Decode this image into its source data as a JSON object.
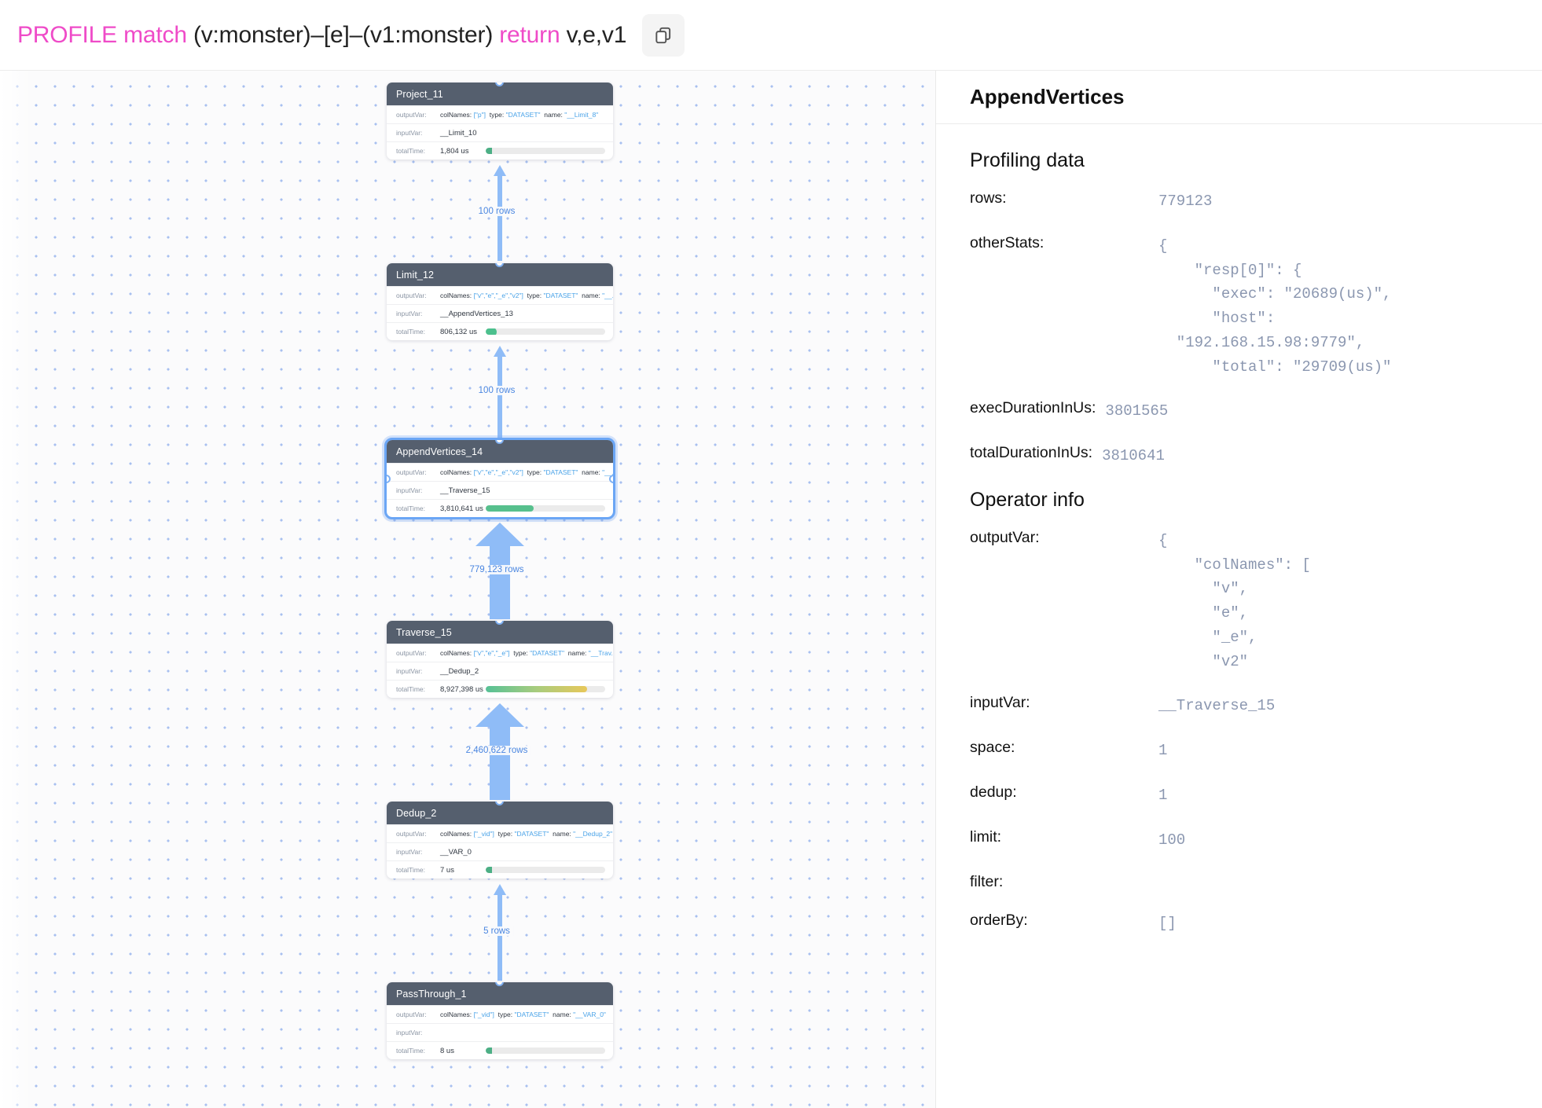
{
  "header": {
    "query_tokens": [
      {
        "t": "PROFILE",
        "kw": true
      },
      {
        "t": " ",
        "kw": false
      },
      {
        "t": "match",
        "kw": true
      },
      {
        "t": " (v:monster)–[e]–(v1:monster) ",
        "kw": false
      },
      {
        "t": "return",
        "kw": true
      },
      {
        "t": " v,e,v1",
        "kw": false
      }
    ],
    "query_text": "PROFILE match (v:monster)–[e]–(v1:monster) return v,e,v1",
    "copy_icon": "copy-icon"
  },
  "graph": {
    "nodes": [
      {
        "id": "Project_11",
        "title": "Project_11",
        "selected": false,
        "rows": [
          {
            "key": "outputVar:",
            "colnames_label": "colNames:",
            "colnames": "[\"p\"]",
            "type_label": "type:",
            "type": "\"DATASET\"",
            "name_label": "name:",
            "name": "\"__Limit_8\""
          },
          {
            "key": "inputVar:",
            "value": "__Limit_10"
          },
          {
            "key": "totalTime:",
            "value": "1,804 us",
            "bar_pct": 1,
            "bar_color": "#4caf85"
          }
        ]
      },
      {
        "id": "Limit_12",
        "title": "Limit_12",
        "selected": false,
        "rows": [
          {
            "key": "outputVar:",
            "colnames_label": "colNames:",
            "colnames": "[\"v\",\"e\",\"_e\",\"v2\"]",
            "type_label": "type:",
            "type": "\"DATASET\"",
            "name_label": "name:",
            "name": "\"__..."
          },
          {
            "key": "inputVar:",
            "value": "__AppendVertices_13"
          },
          {
            "key": "totalTime:",
            "value": "806,132 us",
            "bar_pct": 7,
            "bar_color": "#4cc08d"
          }
        ]
      },
      {
        "id": "AppendVertices_14",
        "title": "AppendVertices_14",
        "selected": true,
        "rows": [
          {
            "key": "outputVar:",
            "colnames_label": "colNames:",
            "colnames": "[\"v\",\"e\",\"_e\",\"v2\"]",
            "type_label": "type:",
            "type": "\"DATASET\"",
            "name_label": "name:",
            "name": "\"__..."
          },
          {
            "key": "inputVar:",
            "value": "__Traverse_15"
          },
          {
            "key": "totalTime:",
            "value": "3,810,641 us",
            "bar_pct": 40,
            "bar_color": "#57c08d"
          }
        ]
      },
      {
        "id": "Traverse_15",
        "title": "Traverse_15",
        "selected": false,
        "rows": [
          {
            "key": "outputVar:",
            "colnames_label": "colNames:",
            "colnames": "[\"v\",\"e\",\"_e\"]",
            "type_label": "type:",
            "type": "\"DATASET\"",
            "name_label": "name:",
            "name": "\"__Trav..."
          },
          {
            "key": "inputVar:",
            "value": "__Dedup_2"
          },
          {
            "key": "totalTime:",
            "value": "8,927,398 us",
            "bar_pct": 85,
            "bar_color": "linear-gradient(90deg,#56c196,#a8cc7e,#e8c85a)"
          }
        ]
      },
      {
        "id": "Dedup_2",
        "title": "Dedup_2",
        "selected": false,
        "rows": [
          {
            "key": "outputVar:",
            "colnames_label": "colNames:",
            "colnames": "[\"_vid\"]",
            "type_label": "type:",
            "type": "\"DATASET\"",
            "name_label": "name:",
            "name": "\"__Dedup_2\""
          },
          {
            "key": "inputVar:",
            "value": "__VAR_0"
          },
          {
            "key": "totalTime:",
            "value": "7 us",
            "bar_pct": 1,
            "bar_color": "#4caf85"
          }
        ]
      },
      {
        "id": "PassThrough_1",
        "title": "PassThrough_1",
        "selected": false,
        "rows": [
          {
            "key": "outputVar:",
            "colnames_label": "colNames:",
            "colnames": "[\"_vid\"]",
            "type_label": "type:",
            "type": "\"DATASET\"",
            "name_label": "name:",
            "name": "\"__VAR_0\""
          },
          {
            "key": "inputVar:",
            "value": ""
          },
          {
            "key": "totalTime:",
            "value": "8 us",
            "bar_pct": 1,
            "bar_color": "#4caf85"
          }
        ]
      }
    ],
    "edges": [
      {
        "label": "100 rows",
        "weight": "thin"
      },
      {
        "label": "100 rows",
        "weight": "thin"
      },
      {
        "label": "779,123 rows",
        "weight": "thick"
      },
      {
        "label": "2,460,622 rows",
        "weight": "thick"
      },
      {
        "label": "5 rows",
        "weight": "thin"
      }
    ]
  },
  "panel": {
    "title": "AppendVertices",
    "profiling_title": "Profiling data",
    "operator_title": "Operator info",
    "profiling": [
      {
        "key": "rows:",
        "value": "779123"
      },
      {
        "key": "otherStats:",
        "value": "{\n    \"resp[0]\": {\n      \"exec\": \"20689(us)\",\n      \"host\":\n  \"192.168.15.98:9779\",\n      \"total\": \"29709(us)\""
      }
    ],
    "durations": [
      {
        "key": "execDurationInUs:",
        "value": "3801565"
      },
      {
        "key": "totalDurationInUs:",
        "value": "3810641"
      }
    ],
    "operator": [
      {
        "key": "outputVar:",
        "value": "{\n    \"colNames\": [\n      \"v\",\n      \"e\",\n      \"_e\",\n      \"v2\""
      },
      {
        "key": "inputVar:",
        "value": "__Traverse_15"
      },
      {
        "key": "space:",
        "value": "1"
      },
      {
        "key": "dedup:",
        "value": "1"
      },
      {
        "key": "limit:",
        "value": "100"
      },
      {
        "key": "filter:",
        "value": ""
      },
      {
        "key": "orderBy:",
        "value": "[]"
      }
    ]
  },
  "colors": {
    "keyword": "#ef4bc8",
    "edge": "#8fbcf7",
    "node_header": "#555f6e",
    "value": "#8b97b0",
    "selected_outline": "#6ba6f5"
  }
}
